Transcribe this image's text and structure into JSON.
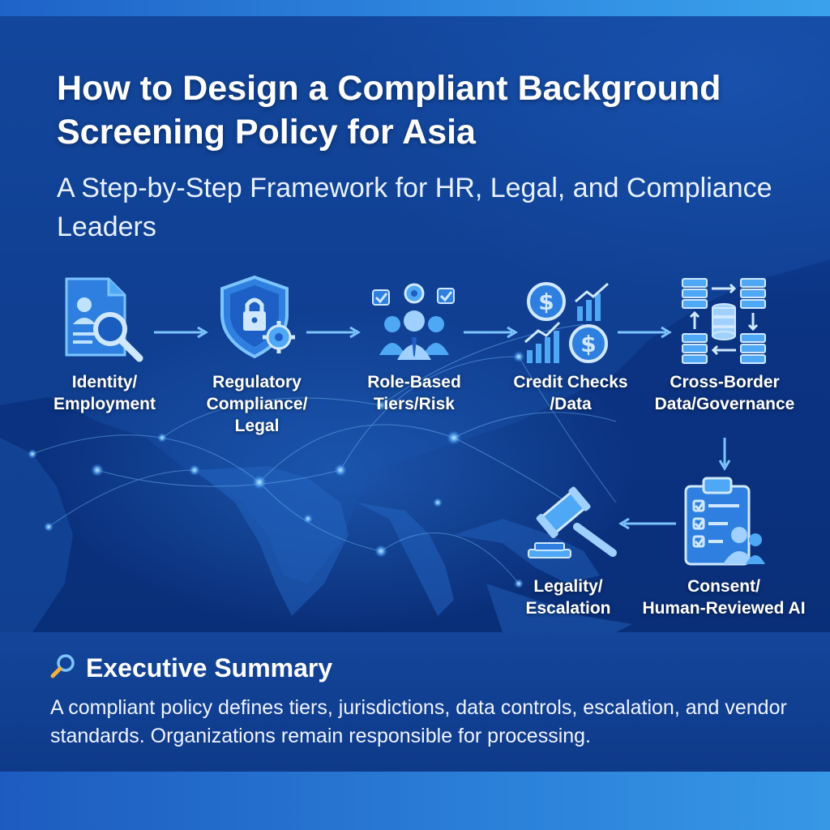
{
  "header": {
    "title": "How to Design a Compliant Background Screening Policy for Asia",
    "subtitle": "A Step-by-Step Framework for HR, Legal, and Compliance Leaders"
  },
  "steps": [
    {
      "label": "Identity/\nEmployment",
      "icon": "id-magnifier-icon"
    },
    {
      "label": "Regulatory\nCompliance/\nLegal",
      "icon": "shield-lock-icon"
    },
    {
      "label": "Role-Based\nTiers/Risk",
      "icon": "team-roles-icon"
    },
    {
      "label": "Credit Checks\n/Data",
      "icon": "finance-chart-icon"
    },
    {
      "label": "Cross-Border\nData/Governance",
      "icon": "data-servers-icon"
    },
    {
      "label": "Consent/\nHuman-Reviewed AI",
      "icon": "clipboard-checklist-icon"
    },
    {
      "label": "Legality/\nEscalation",
      "icon": "gavel-icon"
    }
  ],
  "summary": {
    "title": "Executive Summary",
    "body": "A compliant policy defines tiers, jurisdictions, data controls, escalation, and vendor standards. Organizations remain responsible for processing."
  },
  "colors": {
    "background": "#0b3484",
    "accent": "#3aa2ec",
    "icon": "#4ea8f5",
    "text": "#ffffff"
  }
}
